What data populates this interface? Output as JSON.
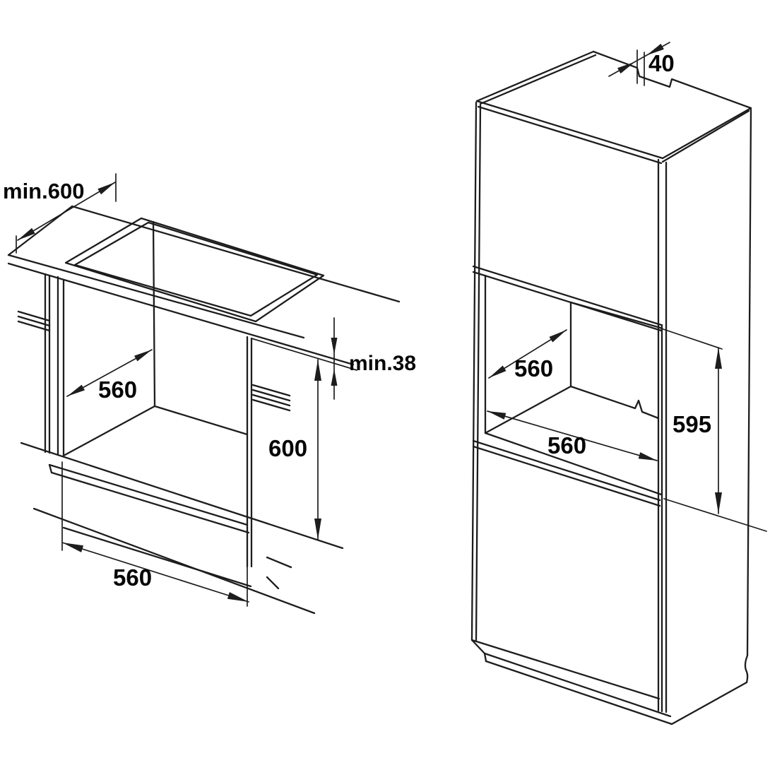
{
  "colors": {
    "background": "#ffffff",
    "line": "#1d1d1d",
    "text": "#060606"
  },
  "left_diagram": {
    "type": "built-under-worktop installation drawing",
    "labels": {
      "worktop_depth": "min.600",
      "niche_depth": "560",
      "clearance": "min.38",
      "niche_height": "600",
      "niche_width": "560"
    }
  },
  "right_diagram": {
    "type": "tall-cabinet installation drawing",
    "labels": {
      "top_gap": "40",
      "niche_depth": "560",
      "niche_width": "560",
      "niche_height": "595"
    }
  }
}
